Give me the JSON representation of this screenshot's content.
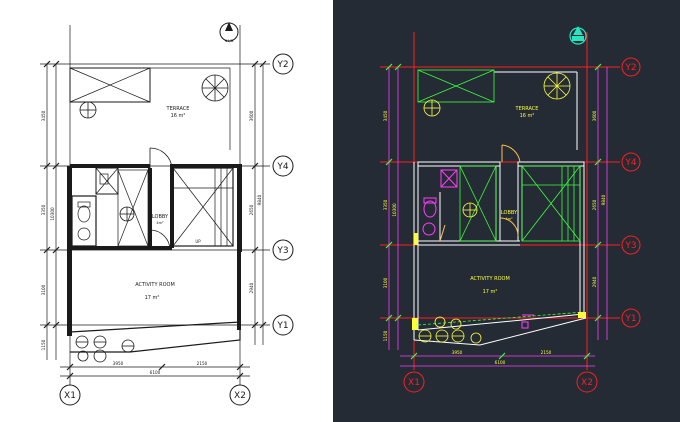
{
  "plans": [
    {
      "theme": "paper",
      "rooms": {
        "terrace": {
          "name": "TERRACE",
          "area": "16 m²"
        },
        "lobby": {
          "name": "LOBBY",
          "area": "4m²"
        },
        "activity": {
          "name": "ACTIVITY ROOM",
          "area": "17 m²"
        },
        "stair_note": "UP"
      },
      "north_tag": "N1/B",
      "dims": {
        "left_upper": "3450",
        "left_mid": "3350",
        "left_total": "10300",
        "left_lower": "3100",
        "left_bottom": "1150",
        "right_upper": "3600",
        "right_mid": "2650",
        "right_total": "9840",
        "right_lower": "2940",
        "bottom_a": "3950",
        "bottom_b": "2150",
        "bottom_total": "6100"
      }
    },
    {
      "theme": "cad",
      "rooms": {
        "terrace": {
          "name": "TERRACE",
          "area": "16 m²"
        },
        "lobby": {
          "name": "LOBBY",
          "area": "4m²"
        },
        "activity": {
          "name": "ACTIVITY ROOM",
          "area": "17 m²"
        },
        "stair_note": "UP"
      },
      "north_tag": "N1/B",
      "dims": {
        "left_upper": "3450",
        "left_mid": "3350",
        "left_total": "10300",
        "left_lower": "3100",
        "left_bottom": "1150",
        "right_upper": "3600",
        "right_mid": "2650",
        "right_total": "9840",
        "right_lower": "2940",
        "bottom_a": "3950",
        "bottom_b": "2150",
        "bottom_total": "6100"
      }
    }
  ],
  "grid": {
    "rows": [
      "Y2",
      "Y4",
      "Y3",
      "Y1"
    ],
    "cols": [
      "X1",
      "X2"
    ]
  },
  "colors": {
    "paper_bg": "#ffffff",
    "paper_ink": "#1a1a1a",
    "cad_bg": "#242b35",
    "cad_wall": "#ffffff",
    "cad_grid": "#ff1f1f",
    "cad_dim": "#ff3cff",
    "cad_text": "#ffff3c",
    "cad_fixture": "#3cff3c",
    "cad_door": "#ffc04a",
    "cad_north": "#26e6c0"
  }
}
